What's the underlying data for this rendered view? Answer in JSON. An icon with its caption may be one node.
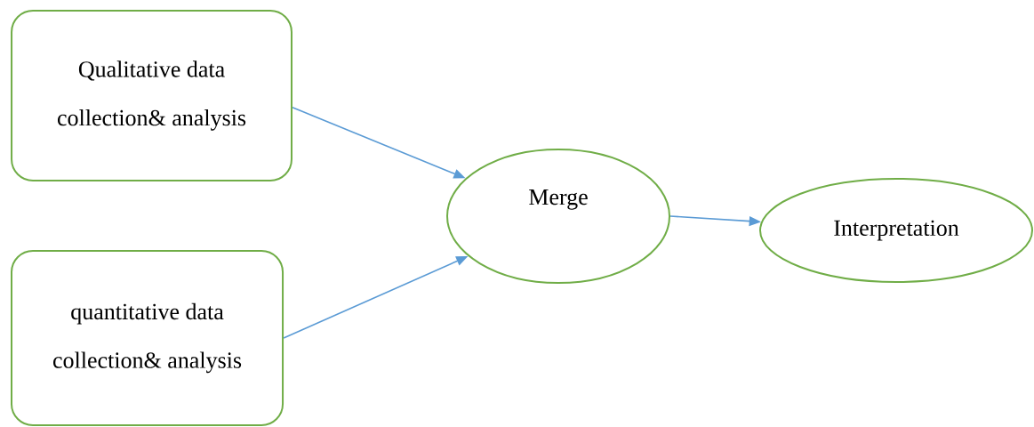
{
  "diagram": {
    "nodes": [
      {
        "text": [
          "Qualitative data collection& analysis"
        ]
      },
      {
        "text": [
          "quantitative data collection& analysis"
        ]
      },
      {
        "text": [
          "Merge"
        ]
      },
      {
        "text": [
          "Interpretation"
        ]
      }
    ],
    "edges": [
      {
        "from": 0,
        "to": 2,
        "arrow": "to"
      },
      {
        "from": 1,
        "to": 2,
        "arrow": "to"
      },
      {
        "from": 2,
        "to": 3,
        "arrow": "to"
      }
    ]
  }
}
